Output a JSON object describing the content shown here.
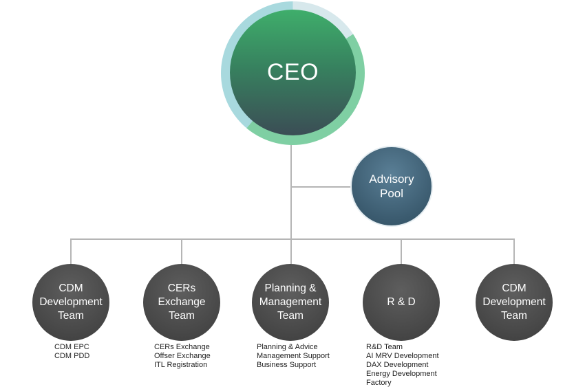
{
  "colors": {
    "connector": "#b5b5b5",
    "ceo_ring": "#7fcfa3",
    "ceo_fill_top": "#3fae6b",
    "ceo_fill_bottom": "#3b4d55",
    "advisory_fill": "#3b5b6f",
    "team_fill": "#484848"
  },
  "ceo": {
    "label": "CEO"
  },
  "advisory": {
    "label": "Advisory\nPool"
  },
  "teams": [
    {
      "label": "CDM\nDevelopment\nTeam",
      "items": [
        "CDM EPC",
        "CDM PDD"
      ]
    },
    {
      "label": "CERs\nExchange\nTeam",
      "items": [
        "CERs Exchange",
        "Offser Exchange",
        "ITL Registration"
      ]
    },
    {
      "label": "Planning &\nManagement\nTeam",
      "items": [
        "Planning & Advice",
        "Management Support",
        "Business Support"
      ]
    },
    {
      "label": "R & D",
      "items": [
        "R&D Team",
        "AI MRV Development",
        "DAX Development",
        "Energy Development",
        "Factory"
      ]
    },
    {
      "label": "CDM\nDevelopment\nTeam",
      "items": []
    }
  ]
}
